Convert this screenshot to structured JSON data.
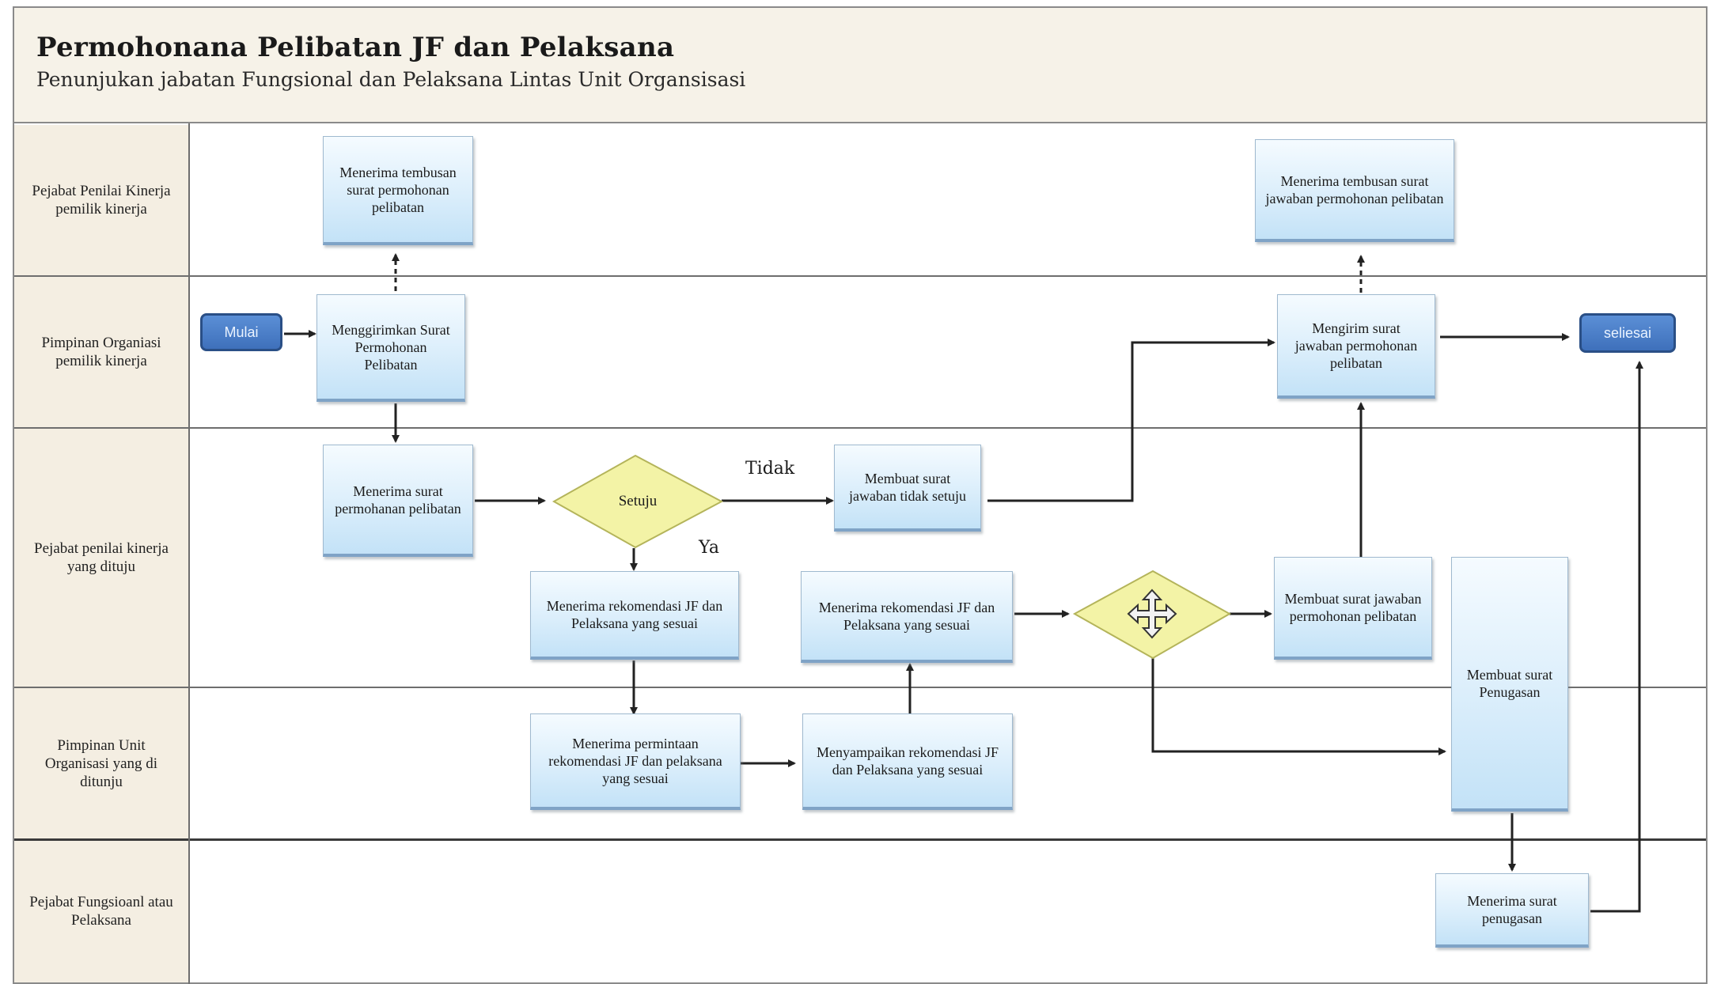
{
  "header": {
    "title": "Permohonana Pelibatan JF dan Pelaksana",
    "subtitle": "Penunjukan jabatan Fungsional dan Pelaksana Lintas Unit Organsisasi"
  },
  "lanes": [
    "Pejabat Penilai Kinerja pemilik kinerja",
    "Pimpinan Organiasi pemilik kinerja",
    "Pejabat penilai kinerja yang dituju",
    "Pimpinan Unit Organisasi yang di ditunju",
    "Pejabat Fungsioanl atau Pelaksana"
  ],
  "nodes": {
    "start": "Mulai",
    "end": "seliesai",
    "kirim_permohonan": "Menggirimkan Surat Permohonan Pelibatan",
    "tembusan_permohonan": "Menerima tembusan surat permohonan pelibatan",
    "terima_permohonan": "Menerima surat permohanan pelibatan",
    "decision_setuju": "Setuju",
    "tidak_setuju": "Membuat surat jawaban tidak setuju",
    "terima_rekomendasi_1": "Menerima rekomendasi JF dan Pelaksana yang sesuai",
    "terima_permintaan": "Menerima permintaan rekomendasi JF dan pelaksana yang sesuai",
    "sampaikan_rekomendasi": "Menyampaikan rekomendasi JF dan Pelaksana yang sesuai",
    "terima_rekomendasi_2": "Menerima rekomendasi JF dan Pelaksana yang sesuai",
    "jawaban_pelibatan": "Membuat surat jawaban permohonan pelibatan",
    "kirim_jawaban": "Mengirim surat jawaban permohonan pelibatan",
    "tembusan_jawaban": "Menerima tembusan surat jawaban permohonan pelibatan",
    "surat_penugasan": "Membuat surat Penugasan",
    "terima_penugasan": "Menerima surat penugasan"
  },
  "edge_labels": {
    "tidak": "Tidak",
    "ya": "Ya"
  },
  "icons": {
    "decision_2": "move-arrows-icon"
  },
  "colors": {
    "box_fill": "#d3eafa",
    "decision_fill": "#f2f2a0",
    "terminator_fill": "#4a7fcb",
    "lane_label_bg": "#f4eee2"
  }
}
